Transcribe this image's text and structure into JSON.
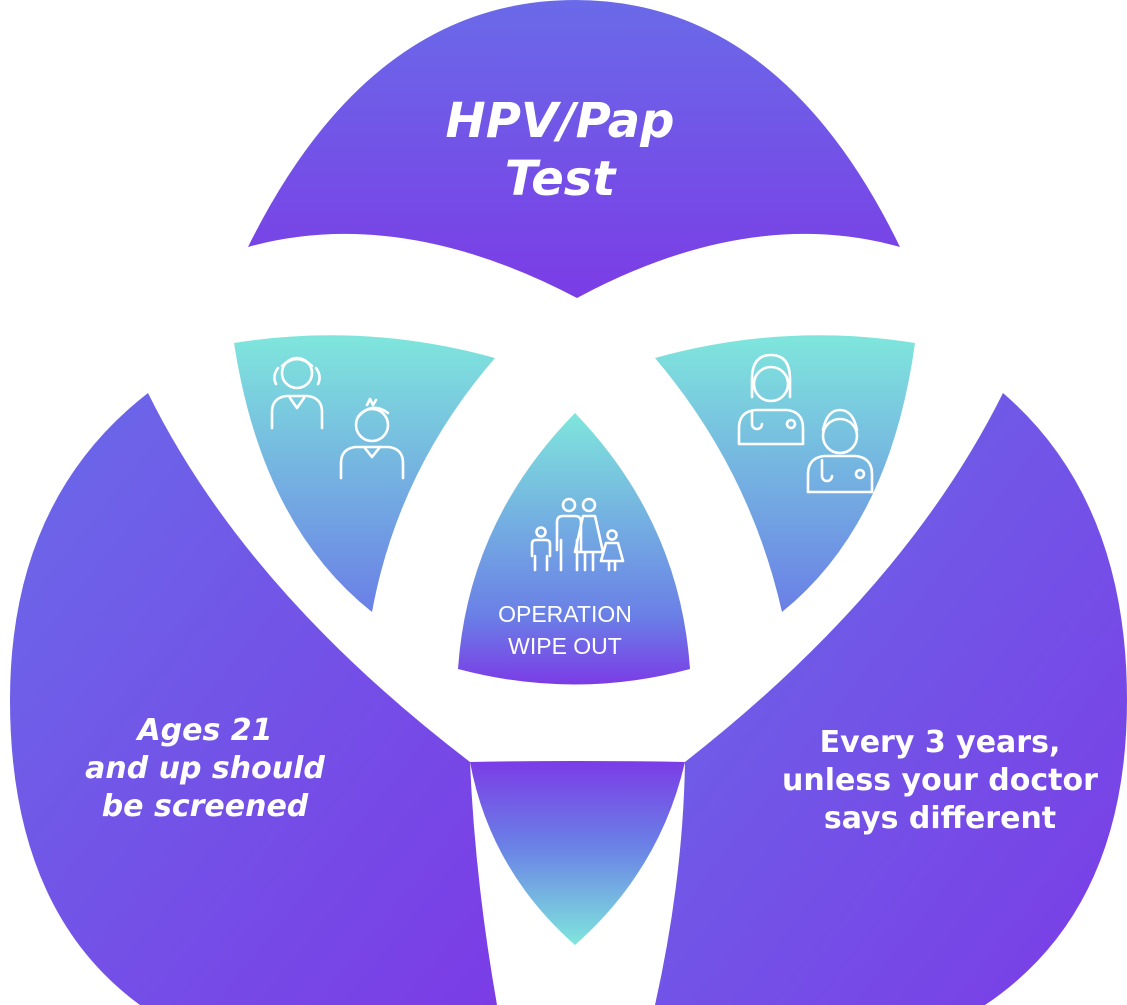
{
  "colors": {
    "circle_light": "#6a6ae8",
    "circle_dark": "#7b3ce6",
    "overlap_teal": "#7fe6dc",
    "overlap_blue": "#6a7fe6",
    "text": "#ffffff"
  },
  "venn": {
    "top": {
      "lines": [
        "HPV/Pap",
        "Test"
      ]
    },
    "left": {
      "lines": [
        "Ages 21",
        "and up should",
        "be screened"
      ]
    },
    "right": {
      "lines": [
        "Every 3 years,",
        "unless your doctor",
        "says different"
      ]
    },
    "center": {
      "lines": [
        "OPERATION",
        "WIPE OUT"
      ]
    }
  },
  "icons": {
    "top_left_overlap": "children-icon",
    "top_right_overlap": "doctors-icon",
    "center": "family-icon",
    "bottom_overlap": "none"
  }
}
